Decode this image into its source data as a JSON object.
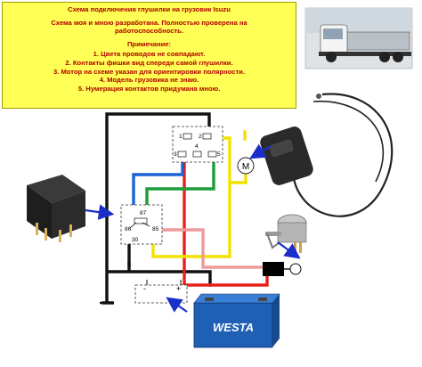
{
  "note": {
    "title": "Схема подключения глушилки на грузовик Isuzu",
    "subtitle_1": "Схема моя и мною разработана. Полностью проверена на",
    "subtitle_2": "работоспособность.",
    "remark_title": "Примечание:",
    "remarks": [
      "1. Цвета проводов не совпадают.",
      "2. Контакты фишки вид спереди самой глушилки.",
      "3. Мотор на схеме указан для ориентировки полярности.",
      "4. Модель грузовика не знаю.",
      "5. Нумерация контактов придумана мною."
    ]
  },
  "connector": {
    "pins": [
      "1",
      "2",
      "3",
      "4",
      "5"
    ]
  },
  "relay": {
    "pins": [
      "87",
      "86",
      "85",
      "30"
    ]
  },
  "motor": {
    "symbol": "M"
  },
  "battery": {
    "minus": "-",
    "plus": "+",
    "brand": "WESTA"
  },
  "wire_colors": {
    "black": "#111111",
    "red": "#e8201c",
    "green": "#1f9c3a",
    "blue": "#1a63d6",
    "yellow": "#f2e200",
    "pink": "#f09a9a",
    "arrow": "#1a2fc8"
  }
}
